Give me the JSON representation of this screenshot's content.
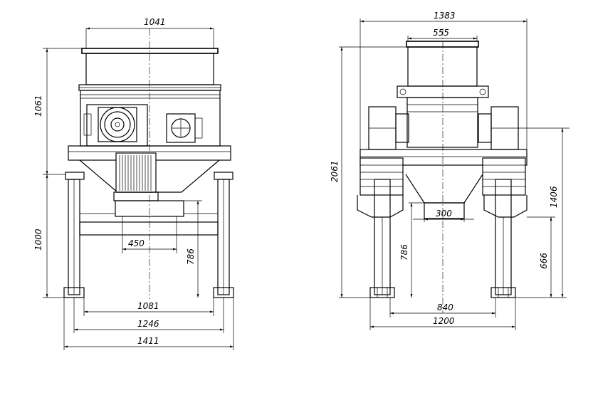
{
  "front_view": {
    "dims": {
      "top_width": "1041",
      "upper_height": "1061",
      "lower_height": "1000",
      "motor_offset": "450",
      "outlet_height": "786",
      "foot_inner": "1081",
      "foot_mid": "1246",
      "foot_outer": "1411"
    }
  },
  "side_view": {
    "dims": {
      "overall_width": "1383",
      "hopper_width": "555",
      "total_height": "2061",
      "outlet_width": "300",
      "outlet_height": "786",
      "axis_height": "1406",
      "motor_base_height": "666",
      "foot_inner": "840",
      "foot_outer": "1200"
    }
  },
  "colors": {
    "line": "#000000",
    "background": "#ffffff"
  }
}
